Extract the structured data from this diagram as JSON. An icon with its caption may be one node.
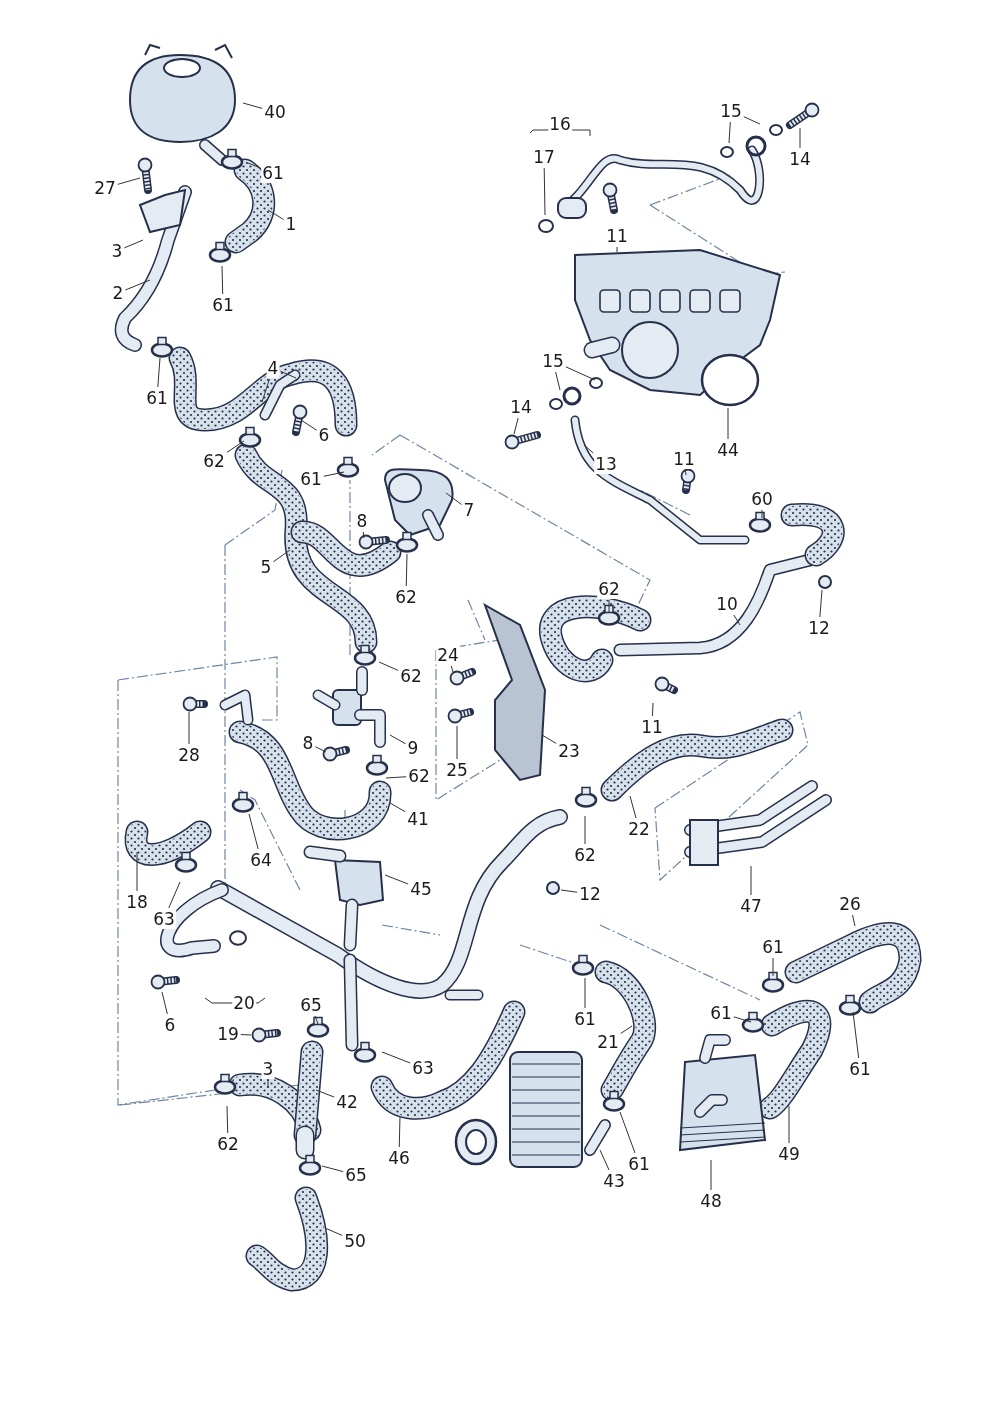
{
  "diagram": {
    "nodes": [
      {
        "text": [
          "40"
        ]
      },
      {
        "text": [
          "61"
        ]
      },
      {
        "text": [
          "27"
        ]
      },
      {
        "text": [
          "1"
        ]
      },
      {
        "text": [
          "3"
        ]
      },
      {
        "text": [
          "2"
        ]
      },
      {
        "text": [
          "61"
        ]
      },
      {
        "text": [
          "61"
        ]
      },
      {
        "text": [
          "4"
        ]
      },
      {
        "text": [
          "6"
        ]
      },
      {
        "text": [
          "62"
        ]
      },
      {
        "text": [
          "61"
        ]
      },
      {
        "text": [
          "8"
        ]
      },
      {
        "text": [
          "7"
        ]
      },
      {
        "text": [
          "5"
        ]
      },
      {
        "text": [
          "62"
        ]
      },
      {
        "text": [
          "17"
        ]
      },
      {
        "text": [
          "16"
        ]
      },
      {
        "text": [
          "15"
        ]
      },
      {
        "text": [
          "14"
        ]
      },
      {
        "text": [
          "11"
        ]
      },
      {
        "text": [
          "15"
        ]
      },
      {
        "text": [
          "14"
        ]
      },
      {
        "text": [
          "13"
        ]
      },
      {
        "text": [
          "11"
        ]
      },
      {
        "text": [
          "44"
        ]
      },
      {
        "text": [
          "60"
        ]
      },
      {
        "text": [
          "62"
        ]
      },
      {
        "text": [
          "10"
        ]
      },
      {
        "text": [
          "12"
        ]
      },
      {
        "text": [
          "24"
        ]
      },
      {
        "text": [
          "62"
        ]
      },
      {
        "text": [
          "28"
        ]
      },
      {
        "text": [
          "8"
        ]
      },
      {
        "text": [
          "9"
        ]
      },
      {
        "text": [
          "25"
        ]
      },
      {
        "text": [
          "23"
        ]
      },
      {
        "text": [
          "11"
        ]
      },
      {
        "text": [
          "62"
        ]
      },
      {
        "text": [
          "41"
        ]
      },
      {
        "text": [
          "22"
        ]
      },
      {
        "text": [
          "64"
        ]
      },
      {
        "text": [
          "18"
        ]
      },
      {
        "text": [
          "62"
        ]
      },
      {
        "text": [
          "45"
        ]
      },
      {
        "text": [
          "12"
        ]
      },
      {
        "text": [
          "47"
        ]
      },
      {
        "text": [
          "63"
        ]
      },
      {
        "text": [
          "26"
        ]
      },
      {
        "text": [
          "61"
        ]
      },
      {
        "text": [
          "20"
        ]
      },
      {
        "text": [
          "65"
        ]
      },
      {
        "text": [
          "6"
        ]
      },
      {
        "text": [
          "19"
        ]
      },
      {
        "text": [
          "61"
        ]
      },
      {
        "text": [
          "61"
        ]
      },
      {
        "text": [
          "21"
        ]
      },
      {
        "text": [
          "3"
        ]
      },
      {
        "text": [
          "63"
        ]
      },
      {
        "text": [
          "61"
        ]
      },
      {
        "text": [
          "42"
        ]
      },
      {
        "text": [
          "62"
        ]
      },
      {
        "text": [
          "46"
        ]
      },
      {
        "text": [
          "61"
        ]
      },
      {
        "text": [
          "49"
        ]
      },
      {
        "text": [
          "43"
        ]
      },
      {
        "text": [
          "48"
        ]
      },
      {
        "text": [
          "65"
        ]
      },
      {
        "text": [
          "50"
        ]
      }
    ],
    "edges": [
      {
        "from": 0,
        "to": null,
        "arrow": "none"
      },
      {
        "from": 1,
        "to": null,
        "arrow": "none"
      },
      {
        "from": 2,
        "to": null,
        "arrow": "none"
      },
      {
        "from": 3,
        "to": null,
        "arrow": "none"
      },
      {
        "from": 4,
        "to": null,
        "arrow": "none"
      },
      {
        "from": 5,
        "to": null,
        "arrow": "none"
      },
      {
        "from": 6,
        "to": null,
        "arrow": "none"
      },
      {
        "from": 7,
        "to": null,
        "arrow": "none"
      },
      {
        "from": 8,
        "to": null,
        "arrow": "none"
      },
      {
        "from": 8,
        "to": null,
        "arrow": "none"
      },
      {
        "from": 9,
        "to": null,
        "arrow": "none"
      },
      {
        "from": 10,
        "to": null,
        "arrow": "none"
      },
      {
        "from": 11,
        "to": null,
        "arrow": "none"
      },
      {
        "from": 12,
        "to": null,
        "arrow": "none"
      },
      {
        "from": 13,
        "to": null,
        "arrow": "none"
      },
      {
        "from": 14,
        "to": null,
        "arrow": "none"
      },
      {
        "from": 15,
        "to": null,
        "arrow": "none"
      },
      {
        "from": 16,
        "to": null,
        "arrow": "none"
      },
      {
        "from": 18,
        "to": null,
        "arrow": "none"
      },
      {
        "from": 18,
        "to": null,
        "arrow": "none"
      },
      {
        "from": 19,
        "to": null,
        "arrow": "none"
      },
      {
        "from": 20,
        "to": null,
        "arrow": "none"
      },
      {
        "from": 21,
        "to": null,
        "arrow": "none"
      },
      {
        "from": 21,
        "to": null,
        "arrow": "none"
      },
      {
        "from": 22,
        "to": null,
        "arrow": "none"
      },
      {
        "from": 23,
        "to": null,
        "arrow": "none"
      },
      {
        "from": 24,
        "to": null,
        "arrow": "none"
      },
      {
        "from": 25,
        "to": null,
        "arrow": "none"
      },
      {
        "from": 26,
        "to": null,
        "arrow": "none"
      },
      {
        "from": 27,
        "to": null,
        "arrow": "none"
      },
      {
        "from": 28,
        "to": null,
        "arrow": "none"
      },
      {
        "from": 29,
        "to": null,
        "arrow": "none"
      },
      {
        "from": 30,
        "to": null,
        "arrow": "none"
      },
      {
        "from": 31,
        "to": null,
        "arrow": "none"
      },
      {
        "from": 32,
        "to": null,
        "arrow": "none"
      },
      {
        "from": 33,
        "to": null,
        "arrow": "none"
      },
      {
        "from": 34,
        "to": null,
        "arrow": "none"
      },
      {
        "from": 35,
        "to": null,
        "arrow": "none"
      },
      {
        "from": 36,
        "to": null,
        "arrow": "none"
      },
      {
        "from": 37,
        "to": null,
        "arrow": "none"
      },
      {
        "from": 38,
        "to": null,
        "arrow": "none"
      },
      {
        "from": 39,
        "to": null,
        "arrow": "none"
      },
      {
        "from": 40,
        "to": null,
        "arrow": "none"
      },
      {
        "from": 41,
        "to": null,
        "arrow": "none"
      },
      {
        "from": 42,
        "to": null,
        "arrow": "none"
      },
      {
        "from": 43,
        "to": null,
        "arrow": "none"
      },
      {
        "from": 44,
        "to": null,
        "arrow": "none"
      },
      {
        "from": 45,
        "to": null,
        "arrow": "none"
      },
      {
        "from": 46,
        "to": null,
        "arrow": "none"
      },
      {
        "from": 47,
        "to": null,
        "arrow": "none"
      },
      {
        "from": 48,
        "to": null,
        "arrow": "none"
      },
      {
        "from": 49,
        "to": null,
        "arrow": "none"
      },
      {
        "from": 51,
        "to": null,
        "arrow": "none"
      },
      {
        "from": 52,
        "to": null,
        "arrow": "none"
      },
      {
        "from": 53,
        "to": null,
        "arrow": "none"
      },
      {
        "from": 54,
        "to": null,
        "arrow": "none"
      },
      {
        "from": 55,
        "to": null,
        "arrow": "none"
      },
      {
        "from": 56,
        "to": null,
        "arrow": "none"
      },
      {
        "from": 57,
        "to": null,
        "arrow": "none"
      },
      {
        "from": 58,
        "to": null,
        "arrow": "none"
      },
      {
        "from": 59,
        "to": null,
        "arrow": "none"
      },
      {
        "from": 60,
        "to": null,
        "arrow": "none"
      },
      {
        "from": 61,
        "to": null,
        "arrow": "none"
      },
      {
        "from": 62,
        "to": null,
        "arrow": "none"
      },
      {
        "from": 63,
        "to": null,
        "arrow": "none"
      },
      {
        "from": 64,
        "to": null,
        "arrow": "none"
      },
      {
        "from": 65,
        "to": null,
        "arrow": "none"
      },
      {
        "from": 66,
        "to": null,
        "arrow": "none"
      },
      {
        "from": 67,
        "to": null,
        "arrow": "none"
      },
      {
        "from": 68,
        "to": null,
        "arrow": "none"
      }
    ]
  }
}
